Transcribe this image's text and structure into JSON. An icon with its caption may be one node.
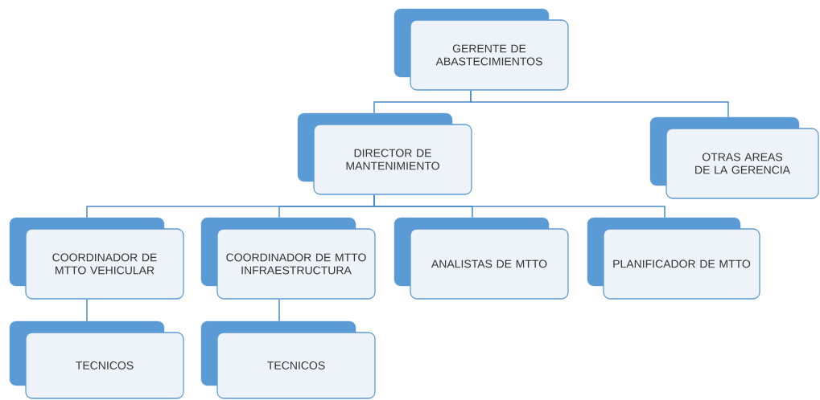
{
  "diagram": {
    "nodes": [
      {
        "text": [
          "GERENTE DE ABASTECIMIENTOS"
        ]
      },
      {
        "text": [
          "DIRECTOR DE MANTENIMIENTO"
        ]
      },
      {
        "text": [
          "OTRAS AREAS DE LA GERENCIA"
        ]
      },
      {
        "text": [
          "COORDINADOR DE MTTO VEHICULAR"
        ]
      },
      {
        "text": [
          "COORDINADOR DE MTTO INFRAESTRUCTURA"
        ]
      },
      {
        "text": [
          "ANALISTAS DE MTTO"
        ]
      },
      {
        "text": [
          "PLANIFICADOR DE MTTO"
        ]
      },
      {
        "text": [
          "TECNICOS"
        ]
      },
      {
        "text": [
          "TECNICOS"
        ]
      }
    ],
    "edges": [
      {
        "from": 0,
        "to": 1,
        "arrow": "none"
      },
      {
        "from": 0,
        "to": 2,
        "arrow": "none"
      },
      {
        "from": 1,
        "to": 3,
        "arrow": "none"
      },
      {
        "from": 1,
        "to": 4,
        "arrow": "none"
      },
      {
        "from": 1,
        "to": 5,
        "arrow": "none"
      },
      {
        "from": 1,
        "to": 6,
        "arrow": "none"
      },
      {
        "from": 3,
        "to": 7,
        "arrow": "none"
      },
      {
        "from": 4,
        "to": 8,
        "arrow": "none"
      }
    ]
  }
}
